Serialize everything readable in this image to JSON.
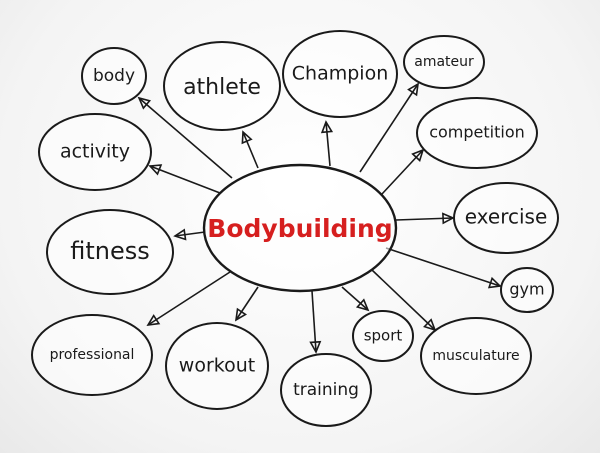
{
  "mindmap": {
    "center": {
      "label": "Bodybuilding",
      "color": "#d61f1f"
    },
    "nodes": [
      {
        "id": "body",
        "label": "body"
      },
      {
        "id": "athlete",
        "label": "athlete"
      },
      {
        "id": "champion",
        "label": "Champion"
      },
      {
        "id": "amateur",
        "label": "amateur"
      },
      {
        "id": "competition",
        "label": "competition"
      },
      {
        "id": "exercise",
        "label": "exercise"
      },
      {
        "id": "gym",
        "label": "gym"
      },
      {
        "id": "musculature",
        "label": "musculature"
      },
      {
        "id": "sport",
        "label": "sport"
      },
      {
        "id": "training",
        "label": "training"
      },
      {
        "id": "workout",
        "label": "workout"
      },
      {
        "id": "professional",
        "label": "professional"
      },
      {
        "id": "fitness",
        "label": "fitness"
      },
      {
        "id": "activity",
        "label": "activity"
      }
    ]
  }
}
